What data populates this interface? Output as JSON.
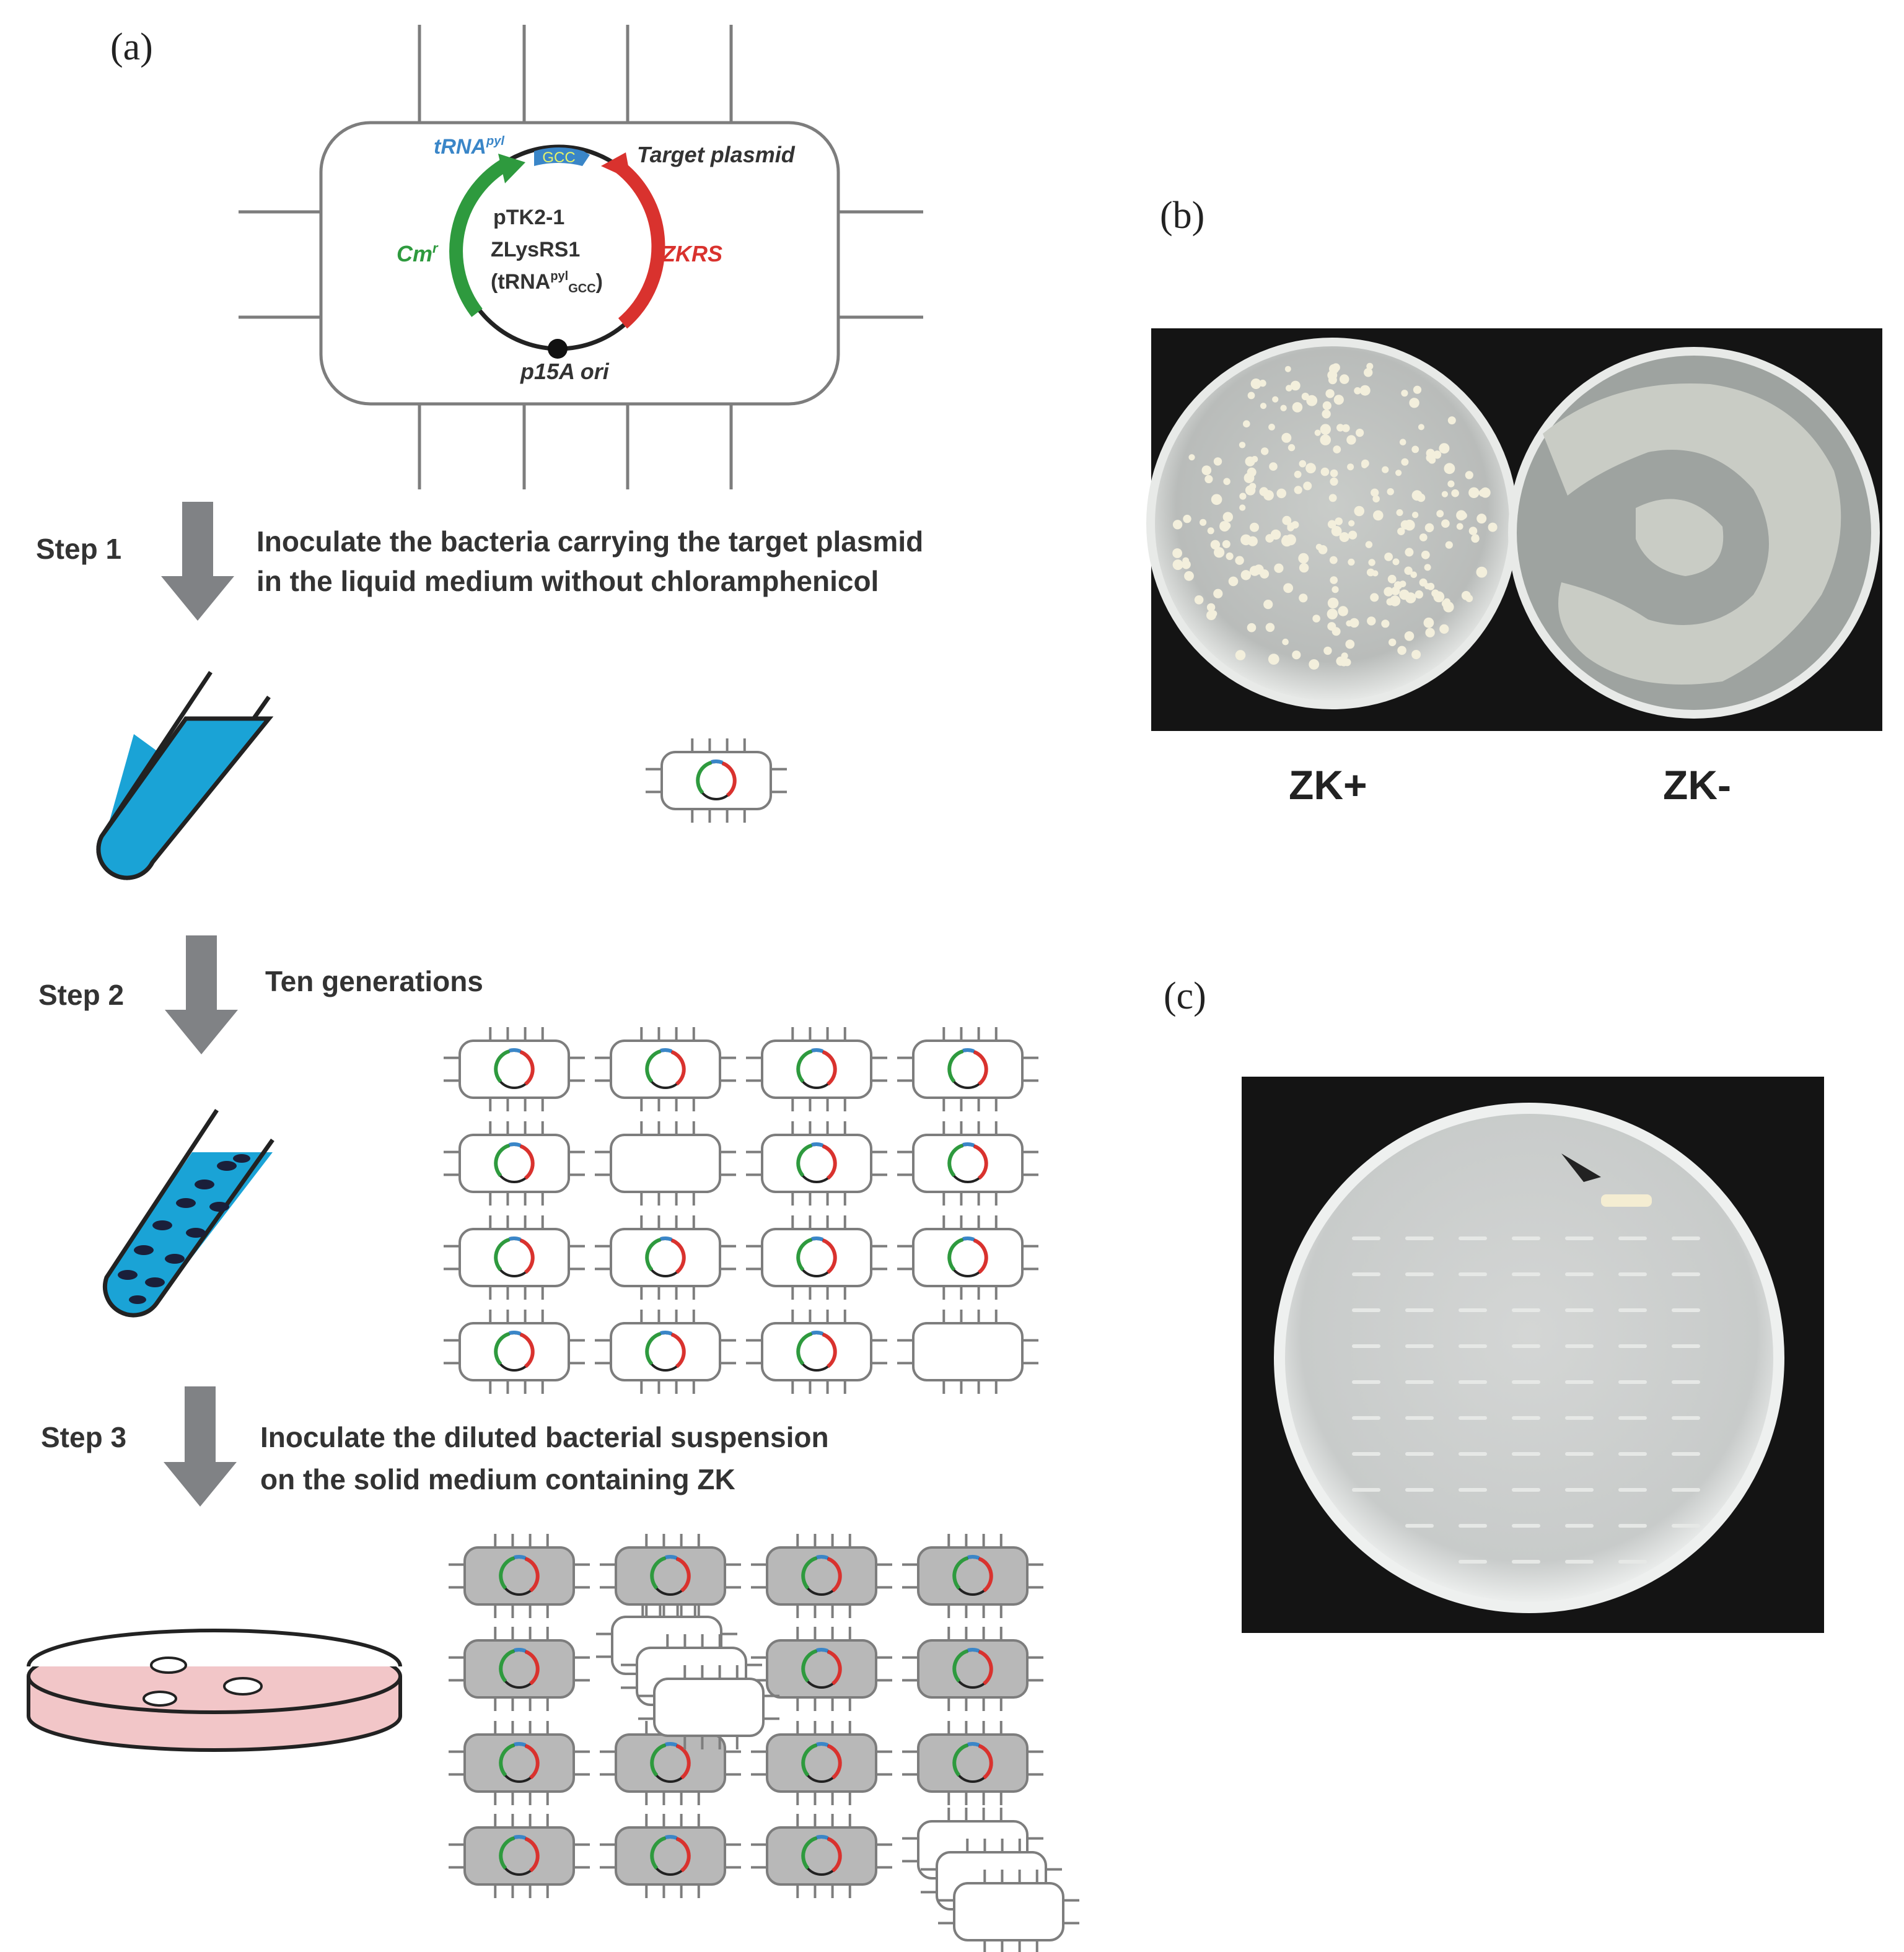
{
  "panel_labels": {
    "a": "(a)",
    "b": "(b)",
    "c": "(c)"
  },
  "plasmid": {
    "box_label": "Target plasmid",
    "name_line1": "pTK2-1",
    "name_line2": "ZLysRS1",
    "name_line3_prefix": "(tRNA",
    "name_line3_sup": "pyl",
    "name_line3_sub": "GCC",
    "name_line3_suffix": ")",
    "trna_label": "tRNA",
    "trna_sup": "pyl",
    "anticodon": "GCC",
    "cm_label": "Cm",
    "cm_sup": "r",
    "zkrs_label": "ZKRS",
    "ori_label": "p15A ori",
    "colors": {
      "cm": "#2e9a3e",
      "zkrs": "#d9322e",
      "trna": "#3a86c8"
    }
  },
  "steps": [
    {
      "label": "Step 1",
      "text_line1": "Inoculate the bacteria carrying the target plasmid",
      "text_line2": "in the liquid medium without chloramphenicol"
    },
    {
      "label": "Step 2",
      "text_line1": "Ten generations",
      "text_line2": ""
    },
    {
      "label": "Step 3",
      "text_line1": "Inoculate the diluted bacterial suspension",
      "text_line2": "on the solid medium containing ZK"
    }
  ],
  "plate_labels": {
    "left": "ZK+",
    "right": "ZK-"
  },
  "colors": {
    "medium": "#1aa3d6",
    "arrow": "#808285",
    "agar": "#f2c6c8",
    "cell_filled": "#b8b8b8"
  }
}
